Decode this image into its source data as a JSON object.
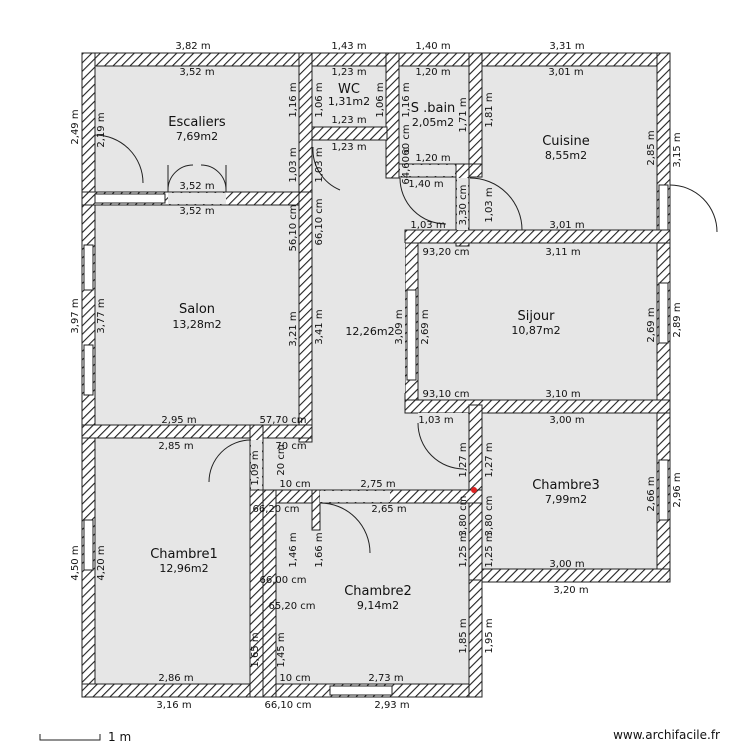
{
  "rooms": [
    {
      "id": "escaliers",
      "name": "Escaliers",
      "area": "7,69m2"
    },
    {
      "id": "wc",
      "name": "WC",
      "area": "1,31m2"
    },
    {
      "id": "sbain",
      "name": "S .bain",
      "area": "2,05m2"
    },
    {
      "id": "cuisine",
      "name": "Cuisine",
      "area": "8,55m2"
    },
    {
      "id": "salon",
      "name": "Salon",
      "area": "13,28m2"
    },
    {
      "id": "couloir",
      "name": "",
      "area": "12,26m2"
    },
    {
      "id": "sijour",
      "name": "Sijour",
      "area": "10,87m2"
    },
    {
      "id": "chambre1",
      "name": "Chambre1",
      "area": "12,96m2"
    },
    {
      "id": "chambre2",
      "name": "Chambre2",
      "area": "9,14m2"
    },
    {
      "id": "chambre3",
      "name": "Chambre3",
      "area": "7,99m2"
    }
  ],
  "dimensions": {
    "top_escaliers_outer": "3,82 m",
    "top_wc_outer": "1,43 m",
    "top_sbain_outer": "1,40 m",
    "top_cuisine_outer": "3,31 m",
    "escaliers_width": "3,52 m",
    "wc_width": "1,23 m",
    "sbain_width": "1,20 m",
    "cuisine_width": "3,01 m",
    "escaliers_height": "2,19 m",
    "left_outer_top": "2,49 m",
    "wc_height": "1,06 m",
    "wc_right_height": "1,06 m",
    "wc_left_outer": "1,16 m",
    "wc_bottom": "1,23 m",
    "wc_bottom2": "1,23 m",
    "sbain_height": "1,16 m",
    "sbain_outer_h": "1,71 m",
    "sbain_wall": "60 cm",
    "sbain_bottom": "1,20 m",
    "sbain_opening": "64,60 c",
    "cuisine_height": "2,85 m",
    "right_outer_top": "3,15 m",
    "cuisine_left": "1,81 m",
    "escaliers_bottom_a": "3,52 m",
    "escaliers_bottom_b": "3,52 m",
    "corridor_top_left": "1,03 m",
    "corridor_top_right": "1,03 m",
    "corridor_top_gap": "1,40 m",
    "corridor_door_w": "1,03 m",
    "corridor_wall_h": "3,30 cm",
    "cuisine_bottom": "3,01 m",
    "kitchen_door_h": "1,03 m",
    "corridor_left_upper": "56,10 cm",
    "corridor_left_upper2": "66,10 cm",
    "sijour_top_left": "93,20 cm",
    "sijour_top": "3,11 m",
    "left_outer_salon": "3,97 m",
    "salon_height": "3,77 m",
    "salon_inner_right": "3,21 m",
    "corridor_left_mid": "3,41 m",
    "corridor_right_mid": "3,09 m",
    "sijour_height": "2,69 m",
    "sijour_height_r": "2,69 m",
    "right_outer_sijour": "2,89 m",
    "sijour_bottom_left": "93,10 cm",
    "sijour_bottom": "3,10 m",
    "salon_bottom": "2,95 m",
    "salon_bottom_gap": "57,70 cm",
    "ch1_top": "2,85 m",
    "ch1_top_gap": "70 cm",
    "ch1_door_h": "1,09 m",
    "ch1_door_h2": "20 cm",
    "ch1_door_bottom": "10 cm",
    "ch2_top": "2,75 m",
    "ch2_top_inner": "2,65 m",
    "ch2_top_left": "66,20 cm",
    "ch3_door_w": "1,03 m",
    "ch3_top": "3,00 m",
    "ch3_left_a": "1,27 m",
    "ch3_left_b": "1,27 m",
    "ch2_right_upper": "3,80 cm",
    "ch2_right_upper2": "3,80 cm",
    "ch3_height": "2,66 m",
    "right_outer_ch3": "2,96 m",
    "ch3_bottom": "3,00 m",
    "ch3_bottom_outer": "3,20 m",
    "ch2_right_a": "1,25 m",
    "ch2_right_b": "1,25 m",
    "ch2_left_a": "1,46 m",
    "ch2_left_b": "1,66 m",
    "left_outer_ch1": "4,50 m",
    "ch1_height": "4,20 m",
    "ch1_mid": "66,00 cm",
    "ch1_mid2": "65,20 cm",
    "ch1_right_lower": "1,65 m",
    "ch2_left_lower": "1,45 m",
    "ch2_right_lower": "1,85 m",
    "ch2_right_lower_outer": "1,95 m",
    "ch1_bottom": "2,86 m",
    "ch2_bottom_gap": "10 cm",
    "ch2_bottom": "2,73 m",
    "bottom_ch1_outer": "3,16 m",
    "bottom_gap_outer": "66,10 cm",
    "bottom_ch2_outer": "2,93 m"
  },
  "scale_label": "1 m",
  "watermark": "www.archifacile.fr"
}
